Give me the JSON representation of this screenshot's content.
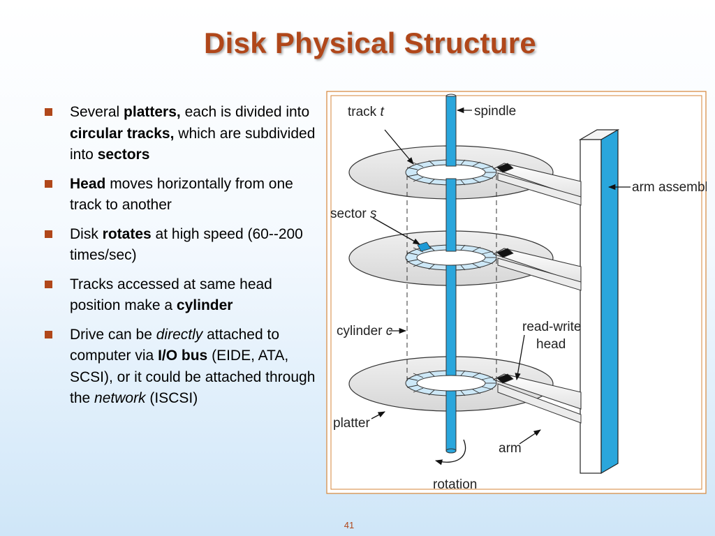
{
  "title": "Disk Physical Structure",
  "bullets": [
    {
      "segments": [
        {
          "text": "Several ",
          "style": "normal"
        },
        {
          "text": "platters,",
          "style": "bold"
        },
        {
          "text": " each is divided into ",
          "style": "normal"
        },
        {
          "text": "circular tracks,",
          "style": "bold"
        },
        {
          "text": " which are subdivided into ",
          "style": "normal"
        },
        {
          "text": "sectors",
          "style": "bold"
        }
      ]
    },
    {
      "segments": [
        {
          "text": "Head",
          "style": "bold"
        },
        {
          "text": " moves  horizontally from one track to another",
          "style": "normal"
        }
      ]
    },
    {
      "segments": [
        {
          "text": "Disk ",
          "style": "normal"
        },
        {
          "text": "rotates",
          "style": "bold"
        },
        {
          "text": " at high speed (60--200 times/sec)",
          "style": "normal"
        }
      ]
    },
    {
      "segments": [
        {
          "text": "Tracks accessed at same head position make a ",
          "style": "normal"
        },
        {
          "text": "cylinder",
          "style": "bold"
        }
      ]
    },
    {
      "segments": [
        {
          "text": "Drive can be ",
          "style": "normal"
        },
        {
          "text": "directly",
          "style": "italic"
        },
        {
          "text": " attached to computer via ",
          "style": "normal"
        },
        {
          "text": "I/O bus",
          "style": "bold"
        },
        {
          "text": " (EIDE, ATA, SCSI), or it could be attached through the ",
          "style": "normal"
        },
        {
          "text": "network",
          "style": "italic"
        },
        {
          "text": " (ISCSI)",
          "style": "normal"
        }
      ]
    }
  ],
  "diagram": {
    "labels": {
      "track": "track ",
      "track_var": "t",
      "spindle": "spindle",
      "arm_assembly": "arm assembly",
      "sector": "sector ",
      "sector_var": "s",
      "cylinder": "cylinder ",
      "cylinder_var": "c",
      "read_write_line1": "read-write",
      "read_write_line2": "head",
      "platter": "platter",
      "arm": "arm",
      "rotation": "rotation"
    }
  },
  "page_number": "41",
  "colors": {
    "title": "#b0471a",
    "bullet_marker": "#b0471a",
    "spindle": "#2aa6dc",
    "highlight_sector": "#1e9ad6",
    "track_ring": "#cde8f7",
    "figure_border": "#d6863a"
  },
  "icons": {
    "bullet_marker": "square-bullet-icon"
  }
}
